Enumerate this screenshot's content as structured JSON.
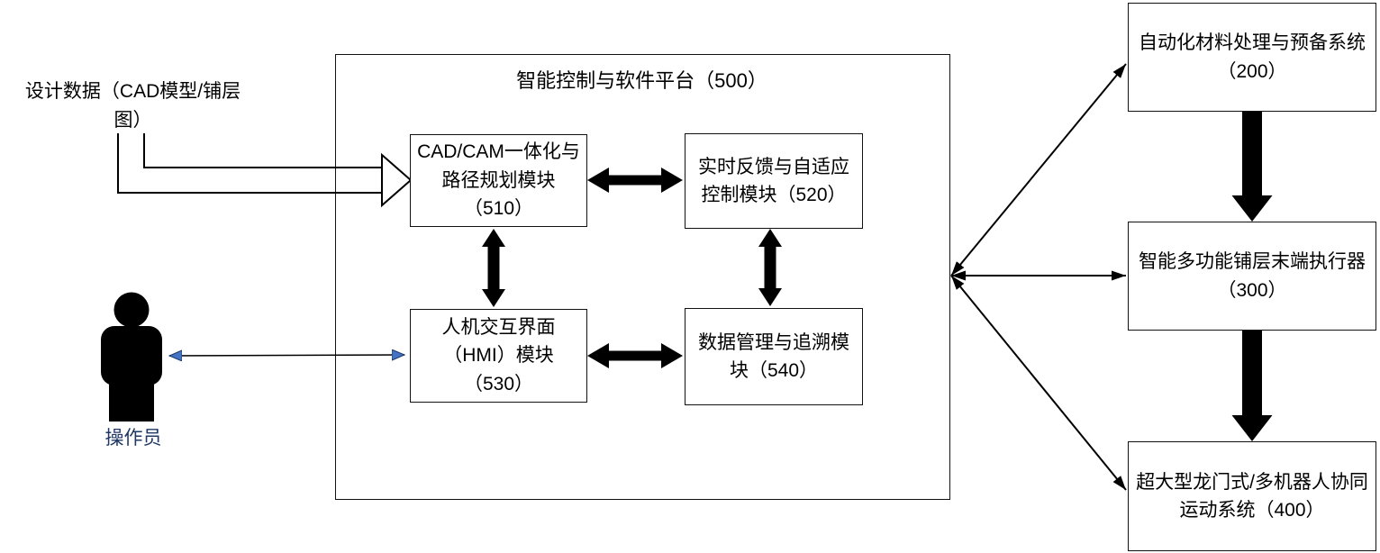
{
  "design_input": {
    "label": "设计数据（CAD模型/铺层\n图）"
  },
  "platform": {
    "title": "智能控制与软件平台（500）",
    "modules": [
      {
        "id": "510",
        "label": "CAD/CAM一体化与\n路径规划模块\n（510）"
      },
      {
        "id": "520",
        "label": "实时反馈与自适应\n控制模块（520）"
      },
      {
        "id": "530",
        "label": "人机交互界面\n（HMI）模块\n（530）"
      },
      {
        "id": "540",
        "label": "数据管理与追溯模\n块（540）"
      }
    ]
  },
  "systems": [
    {
      "id": "200",
      "label": "自动化材料处理与预备系统\n（200）"
    },
    {
      "id": "300",
      "label": "智能多功能铺层末端执行器\n（300）"
    },
    {
      "id": "400",
      "label": "超大型龙门式/多机器人协同\n运动系统（400）"
    }
  ],
  "operator": {
    "label": "操作员"
  },
  "colors": {
    "line": "#000000",
    "operator_label": "#1F3864",
    "operator_arrowhead": "#4472C4",
    "background": "#ffffff"
  }
}
